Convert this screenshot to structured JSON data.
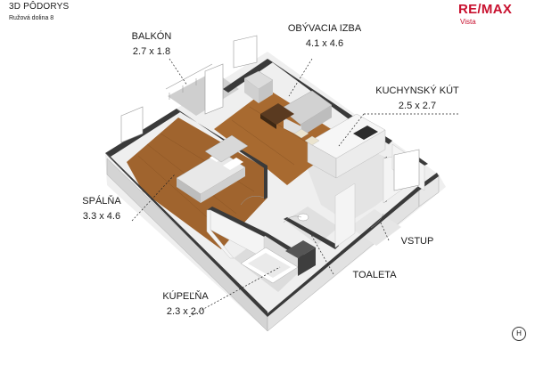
{
  "header": {
    "title": "3D PÔDORYS",
    "address": "Ružová dolina 8"
  },
  "logo": {
    "brand": "RE/MAX",
    "sub": "Vista",
    "color": "#c8102e"
  },
  "rooms": {
    "balkon": {
      "name": "BALKÓN",
      "dims": "2.7 x 1.8"
    },
    "obyvacia": {
      "name": "OBÝVACIA IZBA",
      "dims": "4.1 x 4.6"
    },
    "kuchyna": {
      "name": "KUCHYNSKÝ KÚT",
      "dims": "2.5 x 2.7"
    },
    "spalna": {
      "name": "SPÁLŇA",
      "dims": "3.3 x 4.6"
    },
    "vstup": {
      "name": "VSTUP"
    },
    "toaleta": {
      "name": "TOALETA"
    },
    "kupelna": {
      "name": "KÚPEĽŇA",
      "dims": "2.3 x 2.0"
    }
  },
  "compass": {
    "label": "H"
  },
  "colors": {
    "floor_wood": "#a0642e",
    "floor_tile": "#e6e6e6",
    "wall_top": "#3a3a3a",
    "wall_side": "#d9d9d9"
  }
}
